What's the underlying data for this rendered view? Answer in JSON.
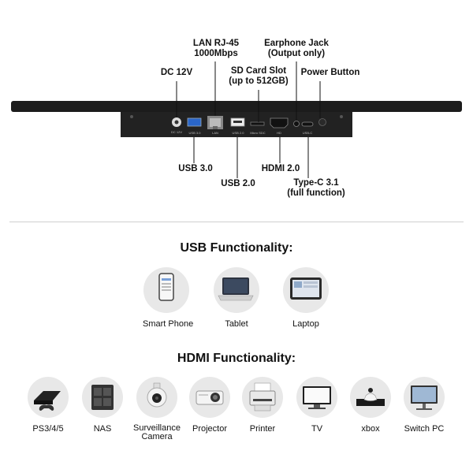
{
  "diagram": {
    "labels": {
      "lan": "LAN RJ-45\n1000Mbps",
      "earphone": "Earphone Jack\n(Output only)",
      "sd": "SD Card Slot\n(up to 512GB)",
      "dc": "DC 12V",
      "power": "Power Button",
      "usb3": "USB 3.0",
      "usb2": "USB 2.0",
      "hdmi": "HDMI 2.0",
      "typec": "Type-C 3.1\n(full function)"
    },
    "port_labels": {
      "dc": "DC 12V",
      "usb3": "USB 3.0",
      "lan": "LAN",
      "usb2": "USB 2.0",
      "sd": "Micro SDC",
      "hdmi": "HD",
      "usbc": "USB-C"
    }
  },
  "usb_section": {
    "title": "USB Functionality:",
    "items": [
      {
        "label": "Smart Phone",
        "icon": "smartphone-icon"
      },
      {
        "label": "Tablet",
        "icon": "laptop-icon"
      },
      {
        "label": "Laptop",
        "icon": "tablet-icon"
      }
    ]
  },
  "hdmi_section": {
    "title": "HDMI Functionality:",
    "items": [
      {
        "label": "PS3/4/5",
        "icon": "game-console-icon"
      },
      {
        "label": "NAS",
        "icon": "nas-icon"
      },
      {
        "label": "Surveillance\nCamera",
        "icon": "security-camera-icon"
      },
      {
        "label": "Projector",
        "icon": "projector-icon"
      },
      {
        "label": "Printer",
        "icon": "printer-icon"
      },
      {
        "label": "TV",
        "icon": "tv-icon"
      },
      {
        "label": "xbox",
        "icon": "xbox-icon"
      },
      {
        "label": "Switch PC",
        "icon": "monitor-icon"
      }
    ]
  }
}
